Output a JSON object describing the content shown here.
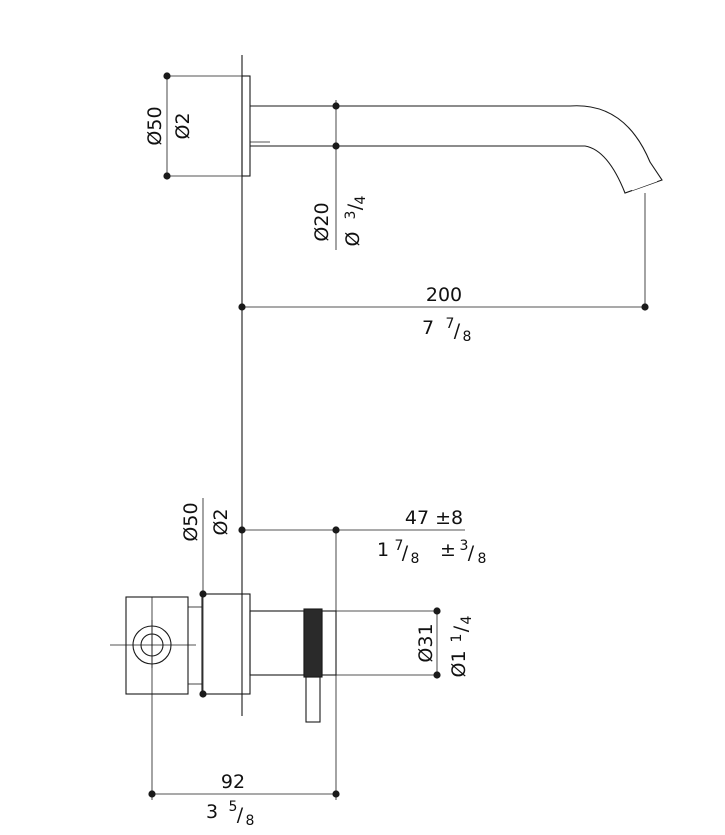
{
  "colors": {
    "line": "#1a1a1a",
    "background": "#ffffff"
  },
  "dimensions": {
    "spout_flange_dia_mm": "Ø50",
    "spout_flange_dia_in": "Ø2",
    "spout_tube_dia_mm": "Ø20",
    "spout_tube_dia_in_sym": "Ø",
    "spout_tube_dia_in_num": "3",
    "spout_tube_dia_in_den": "4",
    "spout_projection_mm": "200",
    "spout_projection_in_whole": "7",
    "spout_projection_in_num": "7",
    "spout_projection_in_den": "8",
    "mixer_flange_dia_mm": "Ø50",
    "mixer_flange_dia_in": "Ø2",
    "mixer_projection_mm": "47 ±8",
    "mixer_projection_in_whole": "1",
    "mixer_projection_in_num": "7",
    "mixer_projection_in_den": "8",
    "mixer_projection_in_tol": "±",
    "mixer_projection_in_tol_num": "3",
    "mixer_projection_in_tol_den": "8",
    "handle_dia_mm": "Ø31",
    "handle_dia_in_whole": "Ø1",
    "handle_dia_in_num": "1",
    "handle_dia_in_den": "4",
    "mixer_depth_mm": "92",
    "mixer_depth_in_whole": "3",
    "mixer_depth_in_num": "5",
    "mixer_depth_in_den": "8"
  }
}
